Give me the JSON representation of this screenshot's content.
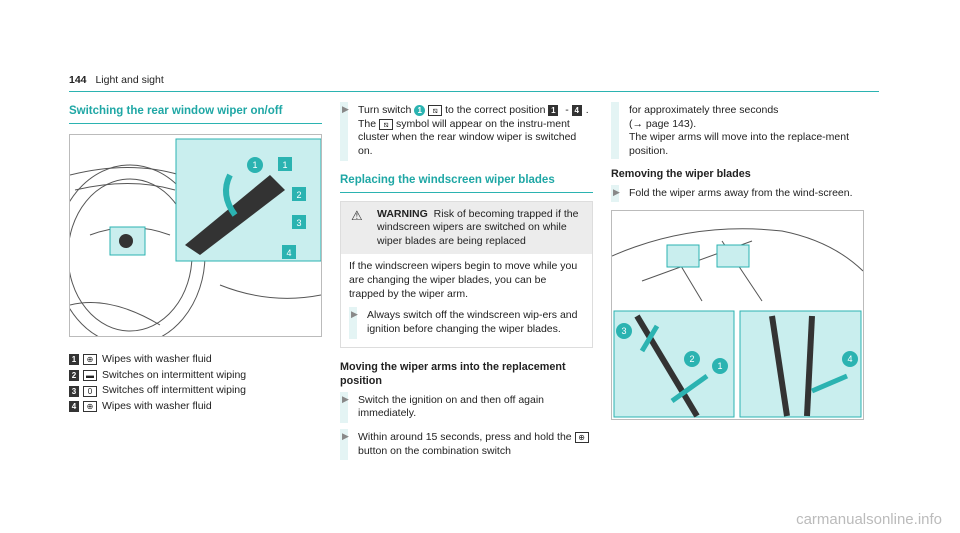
{
  "header": {
    "page_number": "144",
    "section": "Light and sight"
  },
  "col1": {
    "heading": "Switching the rear window wiper on/off",
    "legend": [
      {
        "key": "1",
        "symbol": "⊕",
        "text": "Wipes with washer fluid"
      },
      {
        "key": "2",
        "symbol": "▬",
        "text": "Switches on intermittent wiping"
      },
      {
        "key": "3",
        "symbol": "0",
        "text": "Switches off intermittent wiping"
      },
      {
        "key": "4",
        "symbol": "⊕",
        "text": "Wipes with washer fluid"
      }
    ],
    "figure_callouts": [
      "1",
      "1",
      "2",
      "3",
      "4"
    ]
  },
  "col2": {
    "step1": {
      "a": "Turn switch",
      "callout": "1",
      "b": "to the correct position",
      "range_from": "1",
      "range_sep": " - ",
      "range_to": "4",
      "range_end": ".",
      "c": "The",
      "d": "symbol will appear on the instru-ment cluster when the rear window wiper is switched on."
    },
    "heading": "Replacing the windscreen wiper blades",
    "warning": {
      "label": "WARNING",
      "title": "Risk of becoming trapped if the windscreen wipers are switched on while wiper blades are being replaced",
      "body": "If the windscreen wipers begin to move while you are changing the wiper blades, you can be trapped by the wiper arm.",
      "step": "Always switch off the windscreen wip-ers and ignition before changing the wiper blades."
    },
    "subheading": "Moving the wiper arms into the replacement position",
    "step2": "Switch the ignition on and then off again immediately.",
    "step3_a": "Within around 15 seconds, press and hold the",
    "step3_b": "button on the combination switch"
  },
  "col3": {
    "cont1": "for approximately three seconds",
    "cont2": "(→ page 143).",
    "cont3": "The wiper arms will move into the replace-ment position.",
    "subheading": "Removing the wiper blades",
    "step1": "Fold the wiper arms away from the wind-screen.",
    "figure_callouts": [
      "3",
      "2",
      "1",
      "4"
    ]
  },
  "footer": {
    "text": "carmanualsonline.info"
  }
}
